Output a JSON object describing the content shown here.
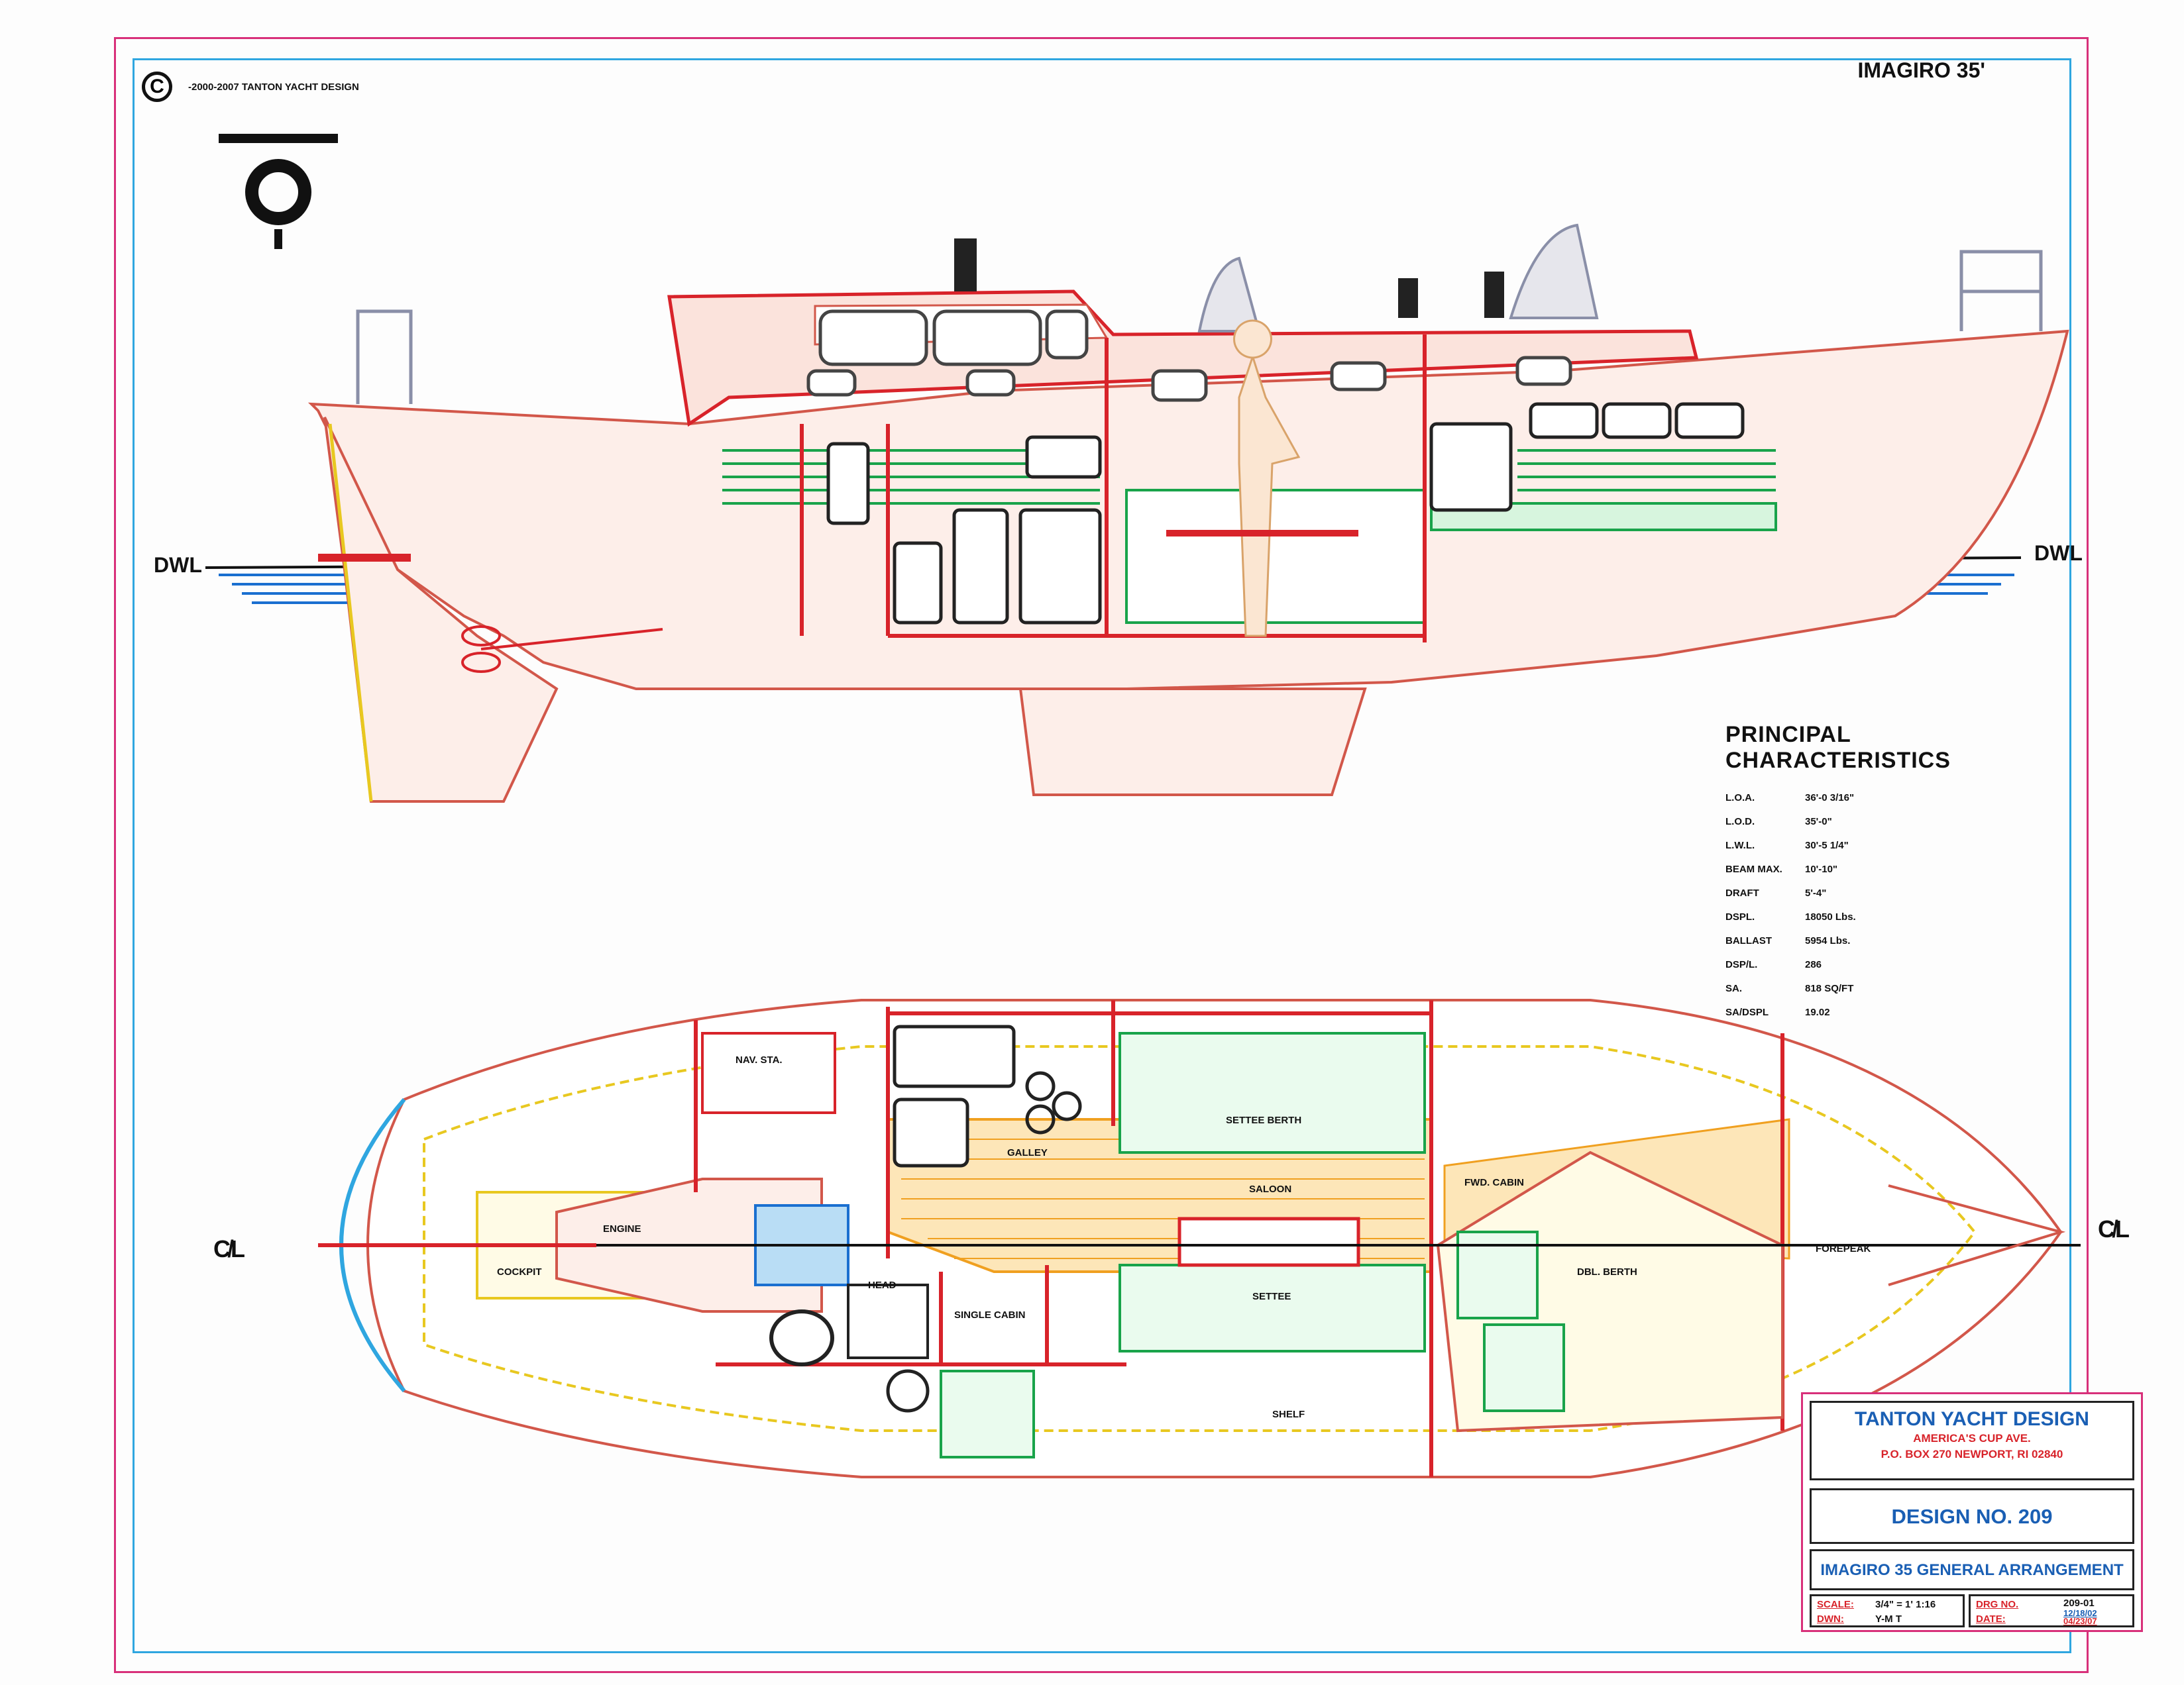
{
  "copyright": {
    "symbol": "C",
    "text": "-2000-2007 TANTON YACHT DESIGN"
  },
  "title": "IMAGIRO 35'",
  "waterline": {
    "left": "DWL",
    "right": "DWL"
  },
  "centerline": {
    "left": "C̸L",
    "right": "C̸L"
  },
  "profile_labels": [],
  "plan_labels": {
    "nav": "NAV. STA.",
    "galley": "GALLEY",
    "settee_berth": "SETTEE BERTH",
    "saloon": "SALOON",
    "fwd_cabin": "FWD. CABIN",
    "engine": "ENGINE",
    "cockpit": "COCKPIT",
    "forepeak": "FOREPEAK",
    "dbl_berth": "DBL. BERTH",
    "settee": "SETTEE",
    "single_cabin": "SINGLE CABIN",
    "head": "HEAD",
    "shelf": "SHELF"
  },
  "principal": {
    "title": "PRINCIPAL CHARACTERISTICS",
    "rows": [
      {
        "k": "L.O.A.",
        "v": "36'-0 3/16\""
      },
      {
        "k": "L.O.D.",
        "v": "35'-0\""
      },
      {
        "k": "L.W.L.",
        "v": "30'-5 1/4\""
      },
      {
        "k": "BEAM MAX.",
        "v": "10'-10\""
      },
      {
        "k": "DRAFT",
        "v": "5'-4\""
      },
      {
        "k": "DSPL.",
        "v": "18050 Lbs."
      },
      {
        "k": "BALLAST",
        "v": "5954 Lbs."
      },
      {
        "k": "DSP/L.",
        "v": "286"
      },
      {
        "k": "SA.",
        "v": "818 SQ/FT"
      },
      {
        "k": "SA/DSPL",
        "v": "19.02"
      }
    ]
  },
  "title_block": {
    "firm": "TANTON YACHT DESIGN",
    "addr1": "AMERICA'S CUP AVE.",
    "addr2": "P.O. BOX 270 NEWPORT, RI 02840",
    "design": "DESIGN NO. 209",
    "drawing": "IMAGIRO 35 GENERAL ARRANGEMENT",
    "scale_label": "SCALE:",
    "scale_value": "3/4\" = 1'  1:16",
    "dwn_label": "DWN:",
    "dwn_value": "Y-M T",
    "drg_label": "DRG NO.",
    "drg_value": "209-01",
    "date_label": "DATE:",
    "date1": "12/18/02",
    "date2": "04/23/07"
  },
  "colors": {
    "hull": "#d2574a",
    "structure": "#d8232a",
    "joinery": "#19a34a",
    "sole": "#f0a020",
    "deck": "#e8c820",
    "water": "#1a6fd0",
    "glass": "#8a8fa8"
  }
}
